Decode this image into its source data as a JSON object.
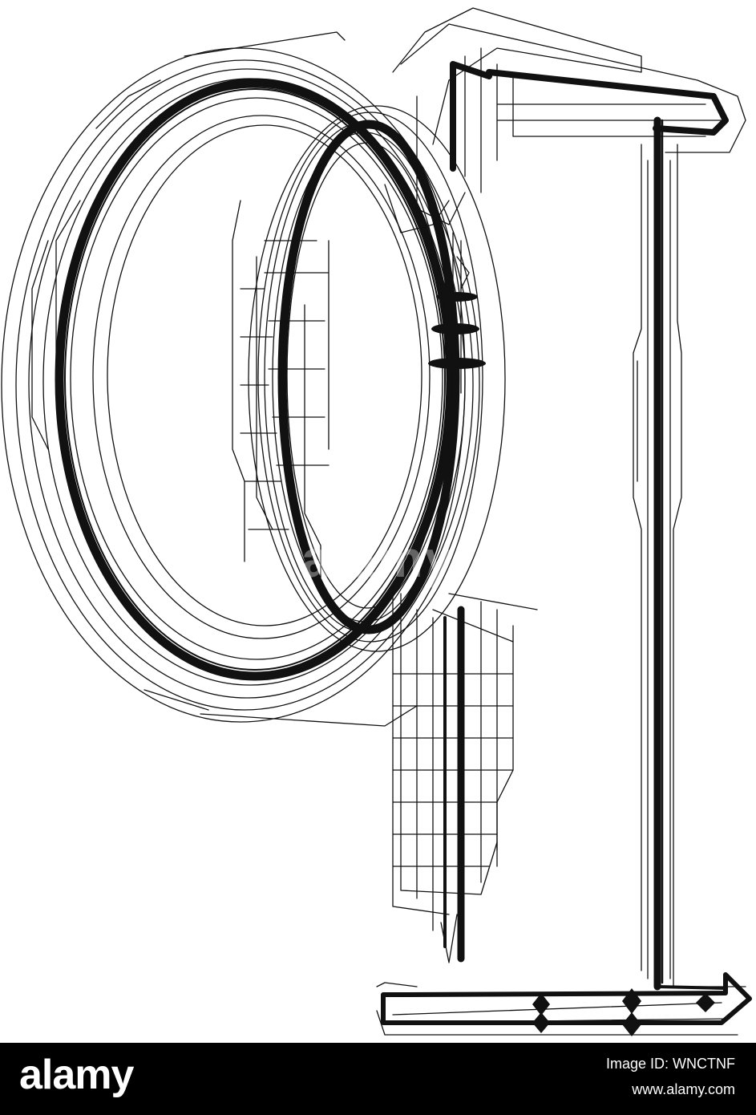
{
  "image": {
    "subject": "technical-line-letter-q-icon",
    "colors": {
      "ink": "#111111",
      "background": "#ffffff",
      "footer": "#000000"
    }
  },
  "watermark": {
    "text": "alamy"
  },
  "footer": {
    "logo": "alamy",
    "image_id": "Image ID: WNCTNF",
    "url": "www.alamy.com"
  }
}
